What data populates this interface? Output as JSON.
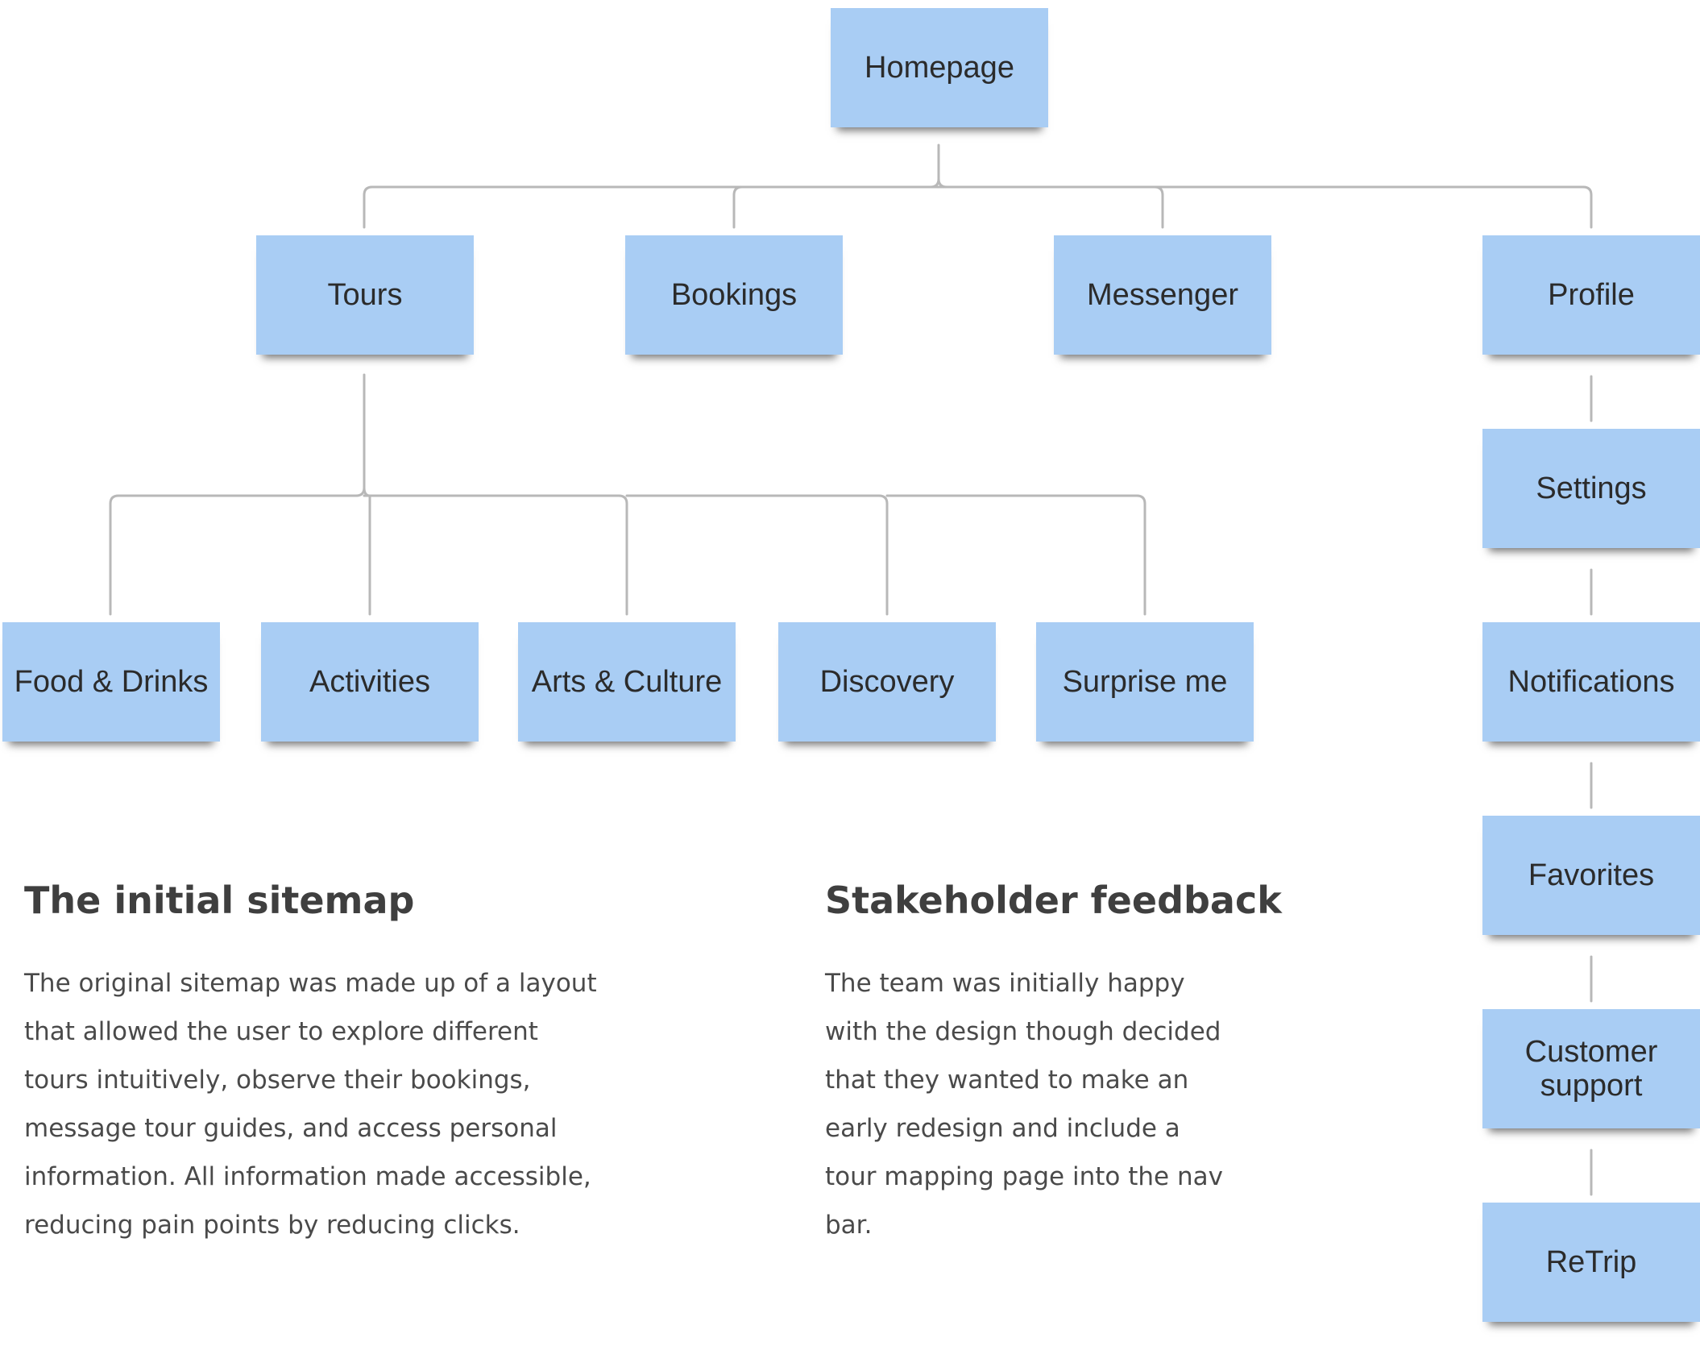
{
  "nodes": {
    "homepage": "Homepage",
    "tours": "Tours",
    "bookings": "Bookings",
    "messenger": "Messenger",
    "profile": "Profile",
    "food_drinks": "Food & Drinks",
    "activities": "Activities",
    "arts_culture": "Arts & Culture",
    "discovery": "Discovery",
    "surprise_me": "Surprise me",
    "settings": "Settings",
    "notifications": "Notifications",
    "favorites": "Favorites",
    "customer_support": "Customer\nsupport",
    "retrip": "ReTrip"
  },
  "edges": [
    [
      "homepage",
      "tours"
    ],
    [
      "homepage",
      "bookings"
    ],
    [
      "homepage",
      "messenger"
    ],
    [
      "homepage",
      "profile"
    ],
    [
      "tours",
      "food_drinks"
    ],
    [
      "tours",
      "activities"
    ],
    [
      "tours",
      "arts_culture"
    ],
    [
      "tours",
      "discovery"
    ],
    [
      "tours",
      "surprise_me"
    ],
    [
      "profile",
      "settings"
    ],
    [
      "settings",
      "notifications"
    ],
    [
      "notifications",
      "favorites"
    ],
    [
      "favorites",
      "customer_support"
    ],
    [
      "customer_support",
      "retrip"
    ]
  ],
  "sections": {
    "initial": {
      "title": "The initial sitemap",
      "lines": [
        "The original sitemap was made up of a layout",
        "that allowed the user to explore different",
        "tours intuitively, observe their bookings,",
        "message tour guides, and access personal",
        "information. All information made accessible,",
        "reducing pain points by reducing clicks."
      ]
    },
    "feedback": {
      "title": "Stakeholder feedback",
      "lines": [
        "The team was initially happy",
        "with the design though decided",
        "that they wanted to make an",
        "early redesign and include a",
        "tour mapping page into the nav",
        "bar."
      ]
    }
  },
  "colors": {
    "note": "#a9cdf4",
    "connector": "#b8b8b8",
    "heading": "#3f3f3f",
    "body": "#4a4a4a"
  }
}
